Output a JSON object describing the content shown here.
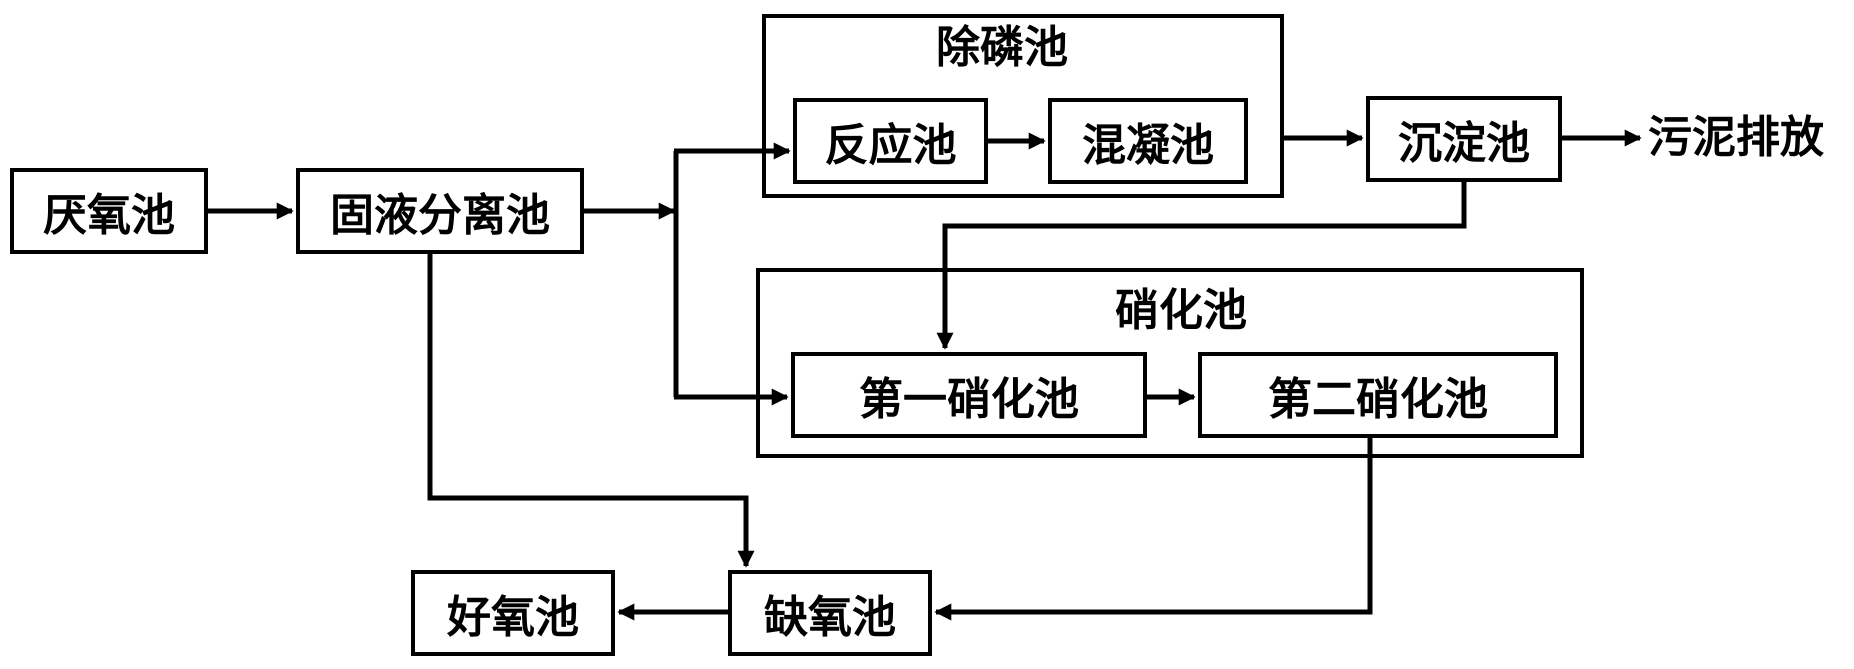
{
  "nodes": {
    "anaerobic_tank": "厌氧池",
    "solid_liquid_separation_tank": "固液分离池",
    "reaction_tank": "反应池",
    "coagulation_tank": "混凝池",
    "sedimentation_tank": "沉淀池",
    "sludge_discharge": "污泥排放",
    "first_nitrification_tank": "第一硝化池",
    "second_nitrification_tank": "第二硝化池",
    "anoxic_tank": "缺氧池",
    "aerobic_tank": "好氧池"
  },
  "groups": {
    "phosphorus_removal_tank": "除磷池",
    "nitrification_tank": "硝化池"
  },
  "colors": {
    "stroke": "#000000",
    "background": "#ffffff"
  }
}
